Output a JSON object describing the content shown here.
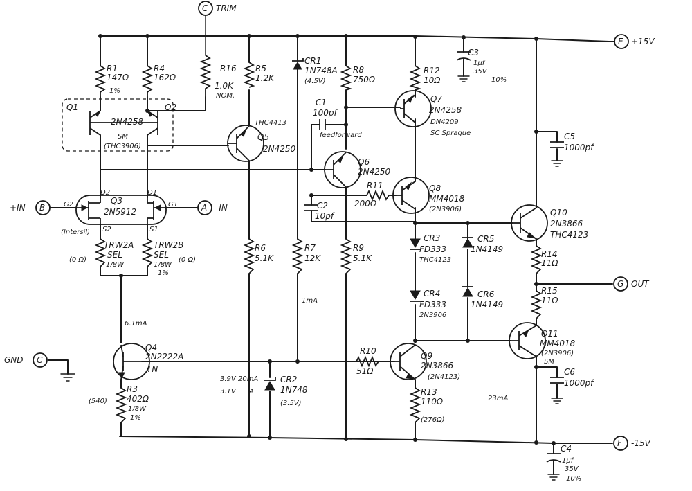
{
  "terminals": {
    "trim": {
      "letter": "C",
      "label": "TRIM"
    },
    "vpos": {
      "letter": "E",
      "label": "+15V"
    },
    "in_pos": {
      "letter": "B",
      "label": "+IN"
    },
    "in_neg": {
      "letter": "A",
      "label": "-IN"
    },
    "out": {
      "letter": "G",
      "label": "OUT"
    },
    "gnd": {
      "letter": "C",
      "label": "GND"
    },
    "vneg": {
      "letter": "F",
      "label": "-15V"
    }
  },
  "components": {
    "r1": {
      "name": "R1",
      "value": "147Ω",
      "note": "1%"
    },
    "r4": {
      "name": "R4",
      "value": "162Ω"
    },
    "r16": {
      "name": "R16",
      "value": "1.0K",
      "note": "NOM."
    },
    "r5": {
      "name": "R5",
      "value": "1.2K"
    },
    "cr1": {
      "name": "CR1",
      "value": "1N748A",
      "note": "(4.5V)"
    },
    "r8": {
      "name": "R8",
      "value": "750Ω"
    },
    "r12": {
      "name": "R12",
      "value": "10Ω"
    },
    "c3": {
      "name": "C3",
      "value": "1μf",
      "note": "35V",
      "tol": "10%"
    },
    "q1": {
      "name": "Q1"
    },
    "q2": {
      "name": "Q2",
      "part": "2N4258",
      "sm": "SM",
      "alt": "(THC3906)"
    },
    "q5": {
      "name": "Q5",
      "part": "2N4250",
      "alt": "THC4413"
    },
    "c1": {
      "name": "C1",
      "value": "100pf",
      "note": "feedforward"
    },
    "q7": {
      "name": "Q7",
      "part": "2N4258",
      "alt": "DN4209",
      "note": "SC Sprague"
    },
    "c5": {
      "name": "C5",
      "value": "1000pf"
    },
    "q6": {
      "name": "Q6",
      "part": "2N4250"
    },
    "r11": {
      "name": "R11",
      "value": "200Ω"
    },
    "q8": {
      "name": "Q8",
      "part": "MM4018",
      "alt": "(2N3906)"
    },
    "c2": {
      "name": "C2",
      "value": "10pf"
    },
    "q3": {
      "name": "Q3",
      "part": "2N5912",
      "note": "(Intersil)",
      "d2": "D2",
      "d1": "D1",
      "g2": "G2",
      "g1": "G1",
      "s2": "S2",
      "s1": "S1"
    },
    "q10": {
      "name": "Q10",
      "part": "2N3866",
      "alt": "THC4123"
    },
    "trw2a": {
      "name": "TRW2A",
      "value": "SEL",
      "note": "1/8W",
      "extra": "(0 Ω)"
    },
    "trw2b": {
      "name": "TRW2B",
      "value": "SEL",
      "note": "1/8W",
      "tol": "1%",
      "extra": "(0 Ω)"
    },
    "r6": {
      "name": "R6",
      "value": "5.1K"
    },
    "r7": {
      "name": "R7",
      "value": "12K"
    },
    "r9": {
      "name": "R9",
      "value": "5.1K"
    },
    "cr3": {
      "name": "CR3",
      "value": "FD333",
      "alt": "THC4123"
    },
    "cr5": {
      "name": "CR5",
      "value": "1N4149"
    },
    "r14": {
      "name": "R14",
      "value": "11Ω"
    },
    "r15": {
      "name": "R15",
      "value": "11Ω"
    },
    "cr4": {
      "name": "CR4",
      "value": "FD333",
      "alt": "2N3906"
    },
    "cr6": {
      "name": "CR6",
      "value": "1N4149"
    },
    "q4": {
      "name": "Q4",
      "part": "2N2222A",
      "alt": "TN",
      "current": "6.1mA"
    },
    "q11": {
      "name": "Q11",
      "part": "MM4018",
      "alt": "(2N3906)",
      "sm": "SM"
    },
    "r10": {
      "name": "R10",
      "value": "51Ω"
    },
    "q9": {
      "name": "Q9",
      "part": "2N3866",
      "alt": "(2N4123)"
    },
    "cr2": {
      "name": "CR2",
      "value": "1N748",
      "note": "(3.5V)"
    },
    "c6": {
      "name": "C6",
      "value": "1000pf"
    },
    "r3": {
      "name": "R3",
      "value": "402Ω",
      "note": "1/8W",
      "tol": "1%",
      "extra": "(540)"
    },
    "r13": {
      "name": "R13",
      "value": "110Ω",
      "extra": "(276Ω)"
    },
    "c4": {
      "name": "C4",
      "value": "1μf",
      "note": "35V",
      "tol": "10%"
    }
  },
  "annotations": {
    "cr2_v1": "3.9V",
    "cr2_i1": "20mA",
    "cr2_v2": "3.1V",
    "cr2_i2": "A",
    "q9_current": "23mA",
    "r7_current": "1mA"
  }
}
